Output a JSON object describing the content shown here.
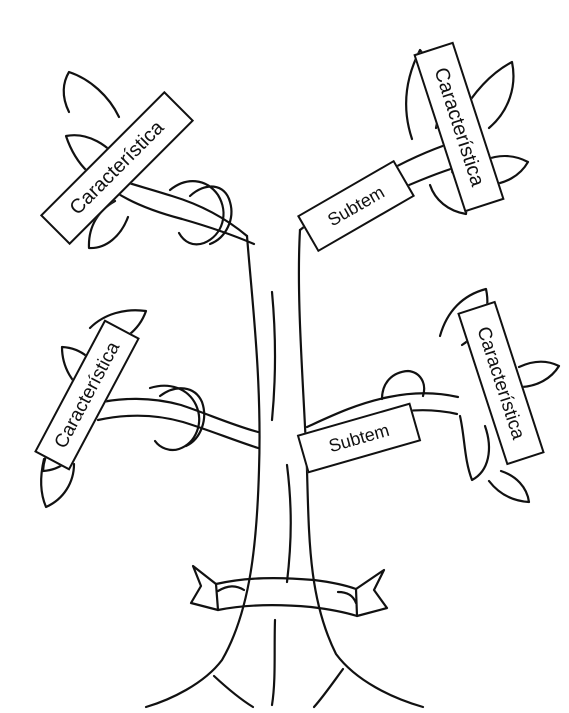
{
  "diagram": {
    "type": "tree-diagram",
    "line_color": "#111111",
    "background_color": "#ffffff",
    "branch_labels": [
      {
        "id": "top-left",
        "text": "Característica"
      },
      {
        "id": "top-right",
        "text": "Característica"
      },
      {
        "id": "bottom-left",
        "text": "Característica"
      },
      {
        "id": "bottom-right",
        "text": "Característica"
      }
    ],
    "subtheme_labels": [
      {
        "id": "upper",
        "text": "Subtem"
      },
      {
        "id": "lower",
        "text": "Subtem"
      }
    ],
    "trunk_banner_text": ""
  }
}
